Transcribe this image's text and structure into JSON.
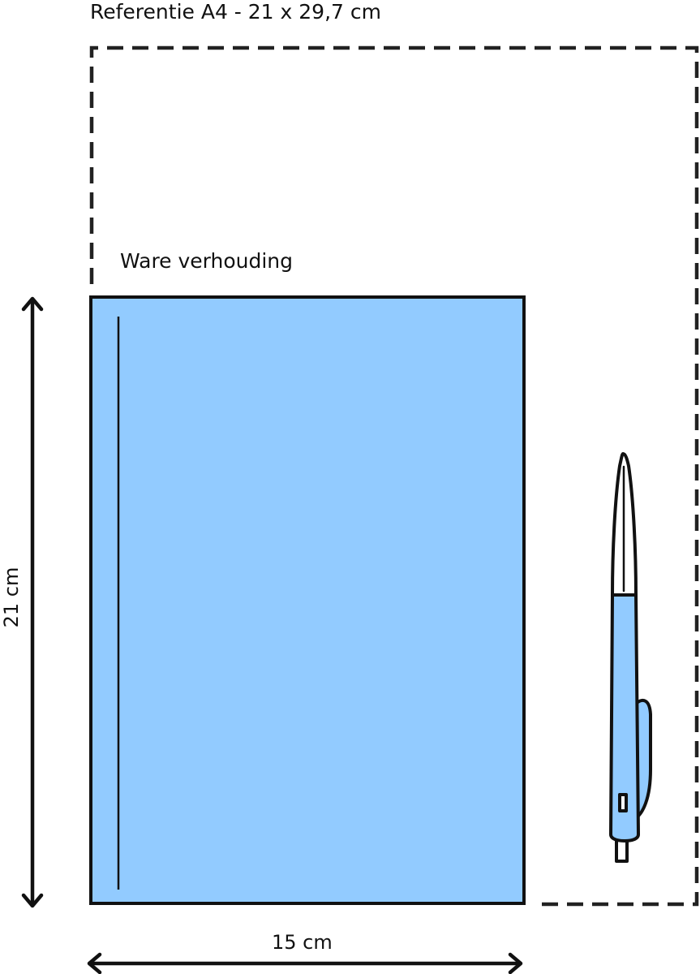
{
  "reference": {
    "label": "Referentie A4 - 21 x 29,7 cm"
  },
  "notebook": {
    "label": "Ware verhouding",
    "width_label": "15 cm",
    "height_label": "21 cm"
  },
  "icons": {
    "pen": "pen-icon",
    "height_arrow": "double-arrow-vertical-icon",
    "width_arrow": "double-arrow-horizontal-icon"
  },
  "colors": {
    "notebook_fill": "#92CBFF",
    "outline": "#111111",
    "dashed_outline": "#222222",
    "pen_tip": "#ffffff"
  }
}
